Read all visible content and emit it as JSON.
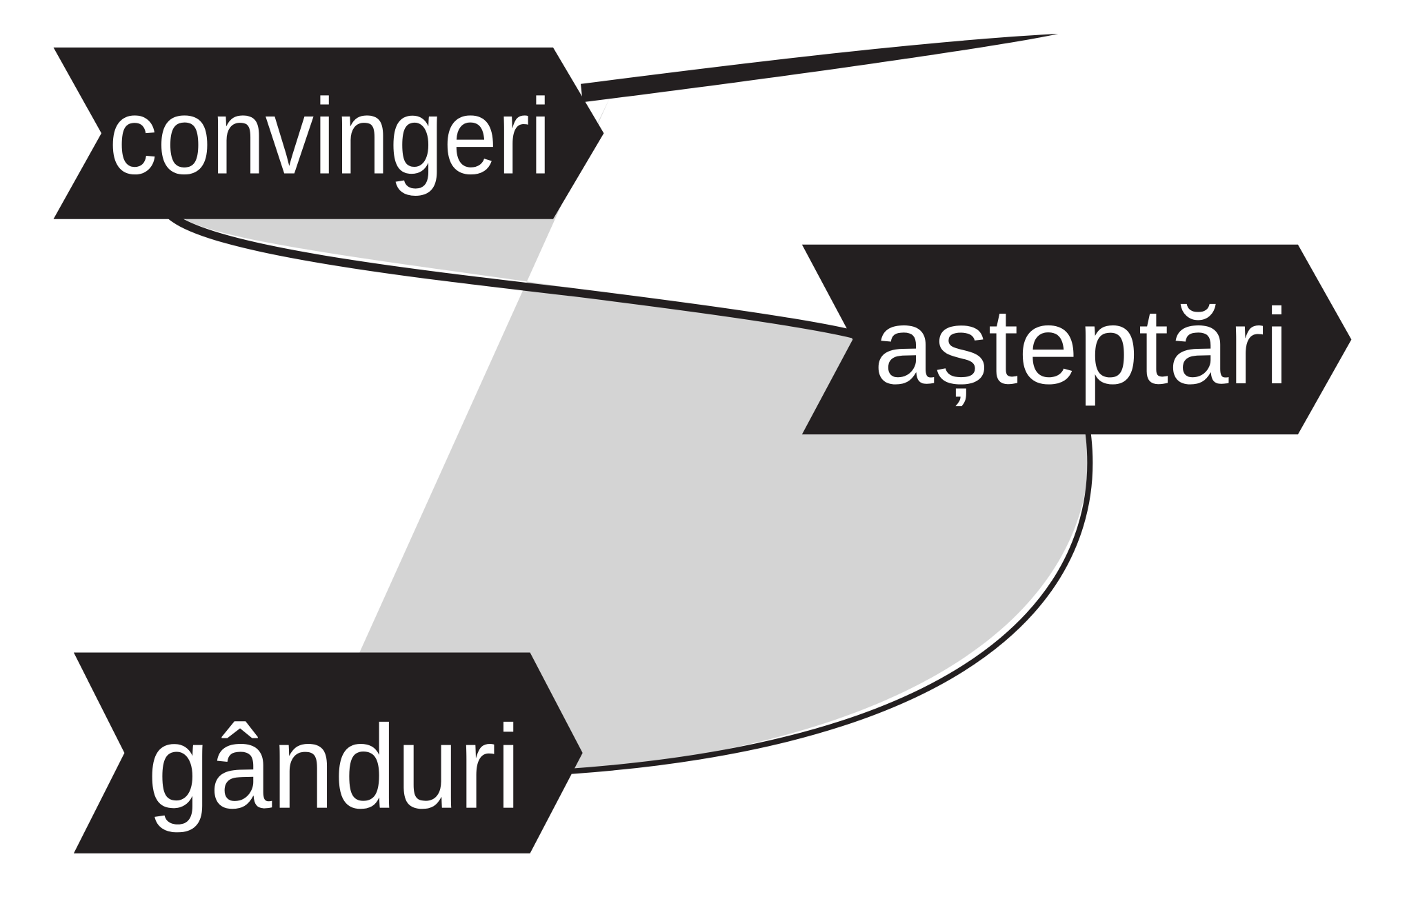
{
  "diagram": {
    "labels": {
      "top": "convingeri",
      "middle": "așteptări",
      "bottom": "gânduri"
    },
    "colors": {
      "banner": "#231f20",
      "fill": "#d4d4d4",
      "text": "#ffffff"
    }
  }
}
